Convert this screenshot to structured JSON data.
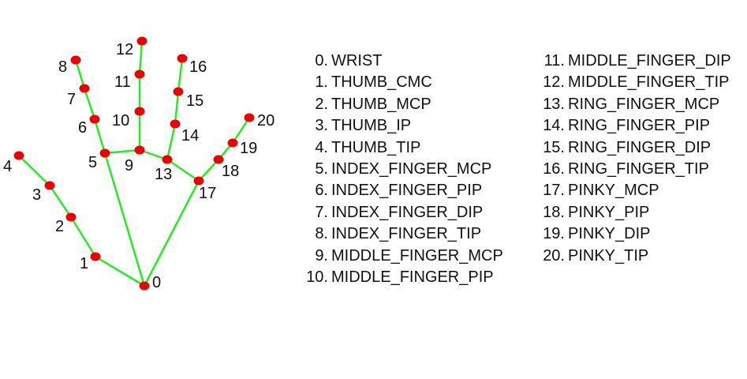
{
  "colors": {
    "node": "#ee0000",
    "edge": "#22ee22",
    "text": "#111111"
  },
  "landmarks": [
    {
      "id": 0,
      "label": "0",
      "name": "WRIST"
    },
    {
      "id": 1,
      "label": "1",
      "name": "THUMB_CMC"
    },
    {
      "id": 2,
      "label": "2",
      "name": "THUMB_MCP"
    },
    {
      "id": 3,
      "label": "3",
      "name": "THUMB_IP"
    },
    {
      "id": 4,
      "label": "4",
      "name": "THUMB_TIP"
    },
    {
      "id": 5,
      "label": "5",
      "name": "INDEX_FINGER_MCP"
    },
    {
      "id": 6,
      "label": "6",
      "name": "INDEX_FINGER_PIP"
    },
    {
      "id": 7,
      "label": "7",
      "name": "INDEX_FINGER_DIP"
    },
    {
      "id": 8,
      "label": "8",
      "name": "INDEX_FINGER_TIP"
    },
    {
      "id": 9,
      "label": "9",
      "name": "MIDDLE_FINGER_MCP"
    },
    {
      "id": 10,
      "label": "10",
      "name": "MIDDLE_FINGER_PIP"
    },
    {
      "id": 11,
      "label": "11",
      "name": "MIDDLE_FINGER_DIP"
    },
    {
      "id": 12,
      "label": "12",
      "name": "MIDDLE_FINGER_TIP"
    },
    {
      "id": 13,
      "label": "13",
      "name": "RING_FINGER_MCP"
    },
    {
      "id": 14,
      "label": "14",
      "name": "RING_FINGER_PIP"
    },
    {
      "id": 15,
      "label": "15",
      "name": "RING_FINGER_DIP"
    },
    {
      "id": 16,
      "label": "16",
      "name": "RING_FINGER_TIP"
    },
    {
      "id": 17,
      "label": "17",
      "name": "PINKY_MCP"
    },
    {
      "id": 18,
      "label": "18",
      "name": "PINKY_PIP"
    },
    {
      "id": 19,
      "label": "19",
      "name": "PINKY_DIP"
    },
    {
      "id": 20,
      "label": "20",
      "name": "PINKY_TIP"
    }
  ],
  "connections": [
    [
      0,
      1
    ],
    [
      1,
      2
    ],
    [
      2,
      3
    ],
    [
      3,
      4
    ],
    [
      0,
      5
    ],
    [
      5,
      6
    ],
    [
      6,
      7
    ],
    [
      7,
      8
    ],
    [
      5,
      9
    ],
    [
      9,
      10
    ],
    [
      10,
      11
    ],
    [
      11,
      12
    ],
    [
      9,
      13
    ],
    [
      13,
      14
    ],
    [
      14,
      15
    ],
    [
      15,
      16
    ],
    [
      13,
      17
    ],
    [
      0,
      17
    ],
    [
      17,
      18
    ],
    [
      18,
      19
    ],
    [
      19,
      20
    ]
  ]
}
